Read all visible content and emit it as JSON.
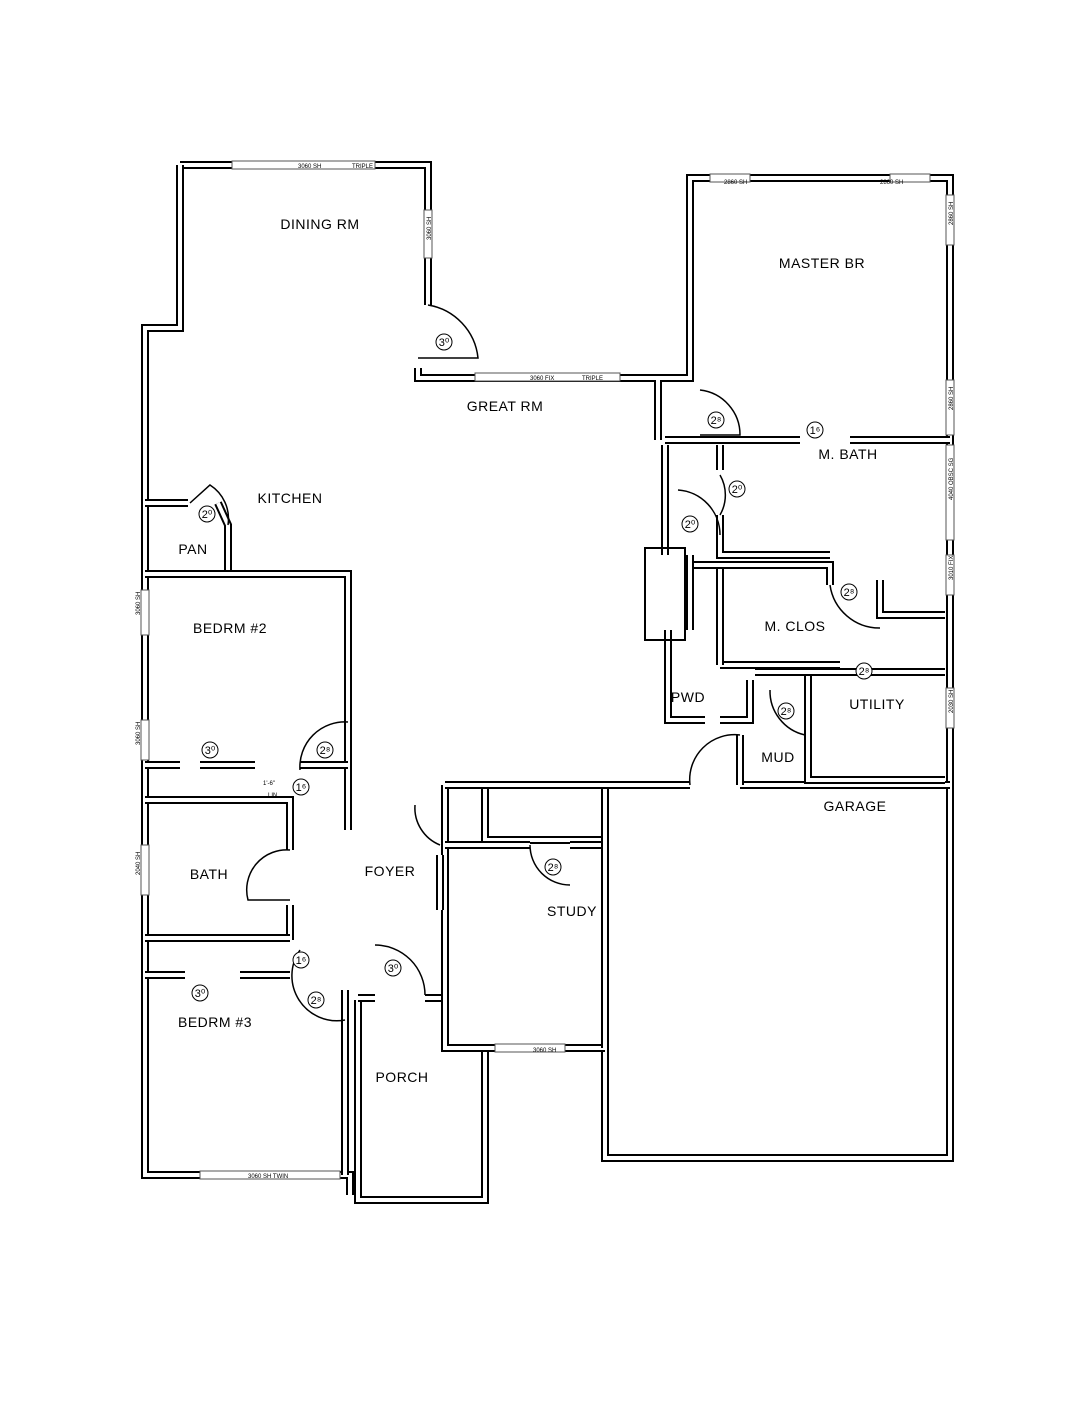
{
  "rooms": [
    {
      "label": "DINING RM"
    },
    {
      "label": "MASTER BR"
    },
    {
      "label": "GREAT RM"
    },
    {
      "label": "KITCHEN"
    },
    {
      "label": "PAN"
    },
    {
      "label": "M. BATH"
    },
    {
      "label": "M. CLOS"
    },
    {
      "label": "BEDRM #2"
    },
    {
      "label": "PWD"
    },
    {
      "label": "UTILITY"
    },
    {
      "label": "MUD"
    },
    {
      "label": "GARAGE"
    },
    {
      "label": "BATH"
    },
    {
      "label": "FOYER"
    },
    {
      "label": "STUDY"
    },
    {
      "label": "BEDRM #3"
    },
    {
      "label": "PORCH"
    }
  ],
  "windows": [
    {
      "label": "3060 SH"
    },
    {
      "label": "TRIPLE"
    },
    {
      "label": "3060 SH"
    },
    {
      "label": "3060 FIX"
    },
    {
      "label": "TRIPLE"
    },
    {
      "label": "2860 SH"
    },
    {
      "label": "2860 SH"
    },
    {
      "label": "2860 SH"
    },
    {
      "label": "2860 SH"
    },
    {
      "label": "4040 OBSC SG"
    },
    {
      "label": "3010 FIX"
    },
    {
      "label": "2030 SH"
    },
    {
      "label": "3060 SH"
    },
    {
      "label": "3060 SH"
    },
    {
      "label": "2040 SH"
    },
    {
      "label": "3060 SH TWIN"
    },
    {
      "label": "3060 SH"
    }
  ],
  "door_tags": [
    {
      "label": "3⁰"
    },
    {
      "label": "2⁸"
    },
    {
      "label": "1⁶"
    },
    {
      "label": "2⁰"
    },
    {
      "label": "2⁰"
    },
    {
      "label": "2⁰"
    },
    {
      "label": "2⁸"
    },
    {
      "label": "2⁸"
    },
    {
      "label": "2⁸"
    },
    {
      "label": "3⁰"
    },
    {
      "label": "2⁸"
    },
    {
      "label": "1⁶"
    },
    {
      "label": "2⁸"
    },
    {
      "label": "3⁰"
    },
    {
      "label": "1⁶"
    },
    {
      "label": "2⁸"
    },
    {
      "label": "3⁰"
    }
  ],
  "linen": {
    "size": "1'-6\"",
    "label": "LIN"
  }
}
